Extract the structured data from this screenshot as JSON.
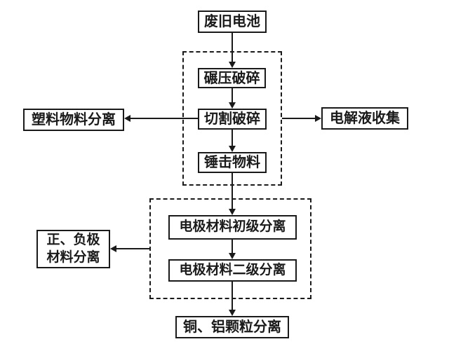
{
  "diagram": {
    "type": "flowchart",
    "colors": {
      "background": "#ffffff",
      "box_border": "#1a1a1a",
      "text": "#1a1a1a",
      "arrow": "#1a1a1a"
    },
    "nodes": {
      "waste_battery": {
        "label": "废旧电池"
      },
      "roll_crushing": {
        "label": "碾压破碎"
      },
      "cut_crushing": {
        "label": "切割破碎"
      },
      "hammer_material": {
        "label": "锤击物料"
      },
      "plastic_separation": {
        "label": "塑料物料分离"
      },
      "electrolyte_collection": {
        "label": "电解液收集"
      },
      "primary_electrode_separation": {
        "label": "电极材料初级分离"
      },
      "secondary_electrode_separation": {
        "label": "电极材料二级分离"
      },
      "posneg_material_separation": {
        "label": "正、负极\n材料分离"
      },
      "copper_aluminum_separation": {
        "label": "铜、铝颗粒分离"
      }
    },
    "groups": [
      {
        "id": "crushing_frame",
        "style": "dashed",
        "contains": [
          "roll_crushing",
          "cut_crushing",
          "hammer_material"
        ]
      },
      {
        "id": "electrode_frame",
        "style": "dashed",
        "contains": [
          "primary_electrode_separation",
          "secondary_electrode_separation"
        ]
      }
    ],
    "edges": [
      {
        "from": "waste_battery",
        "to": "roll_crushing",
        "direction": "down"
      },
      {
        "from": "roll_crushing",
        "to": "cut_crushing",
        "direction": "down"
      },
      {
        "from": "cut_crushing",
        "to": "hammer_material",
        "direction": "down"
      },
      {
        "from": "cut_crushing",
        "to": "plastic_separation",
        "direction": "left"
      },
      {
        "from": "crushing_frame",
        "to": "electrolyte_collection",
        "direction": "right"
      },
      {
        "from": "hammer_material",
        "to": "primary_electrode_separation",
        "direction": "down"
      },
      {
        "from": "primary_electrode_separation",
        "to": "secondary_electrode_separation",
        "direction": "down"
      },
      {
        "from": "electrode_frame",
        "to": "posneg_material_separation",
        "direction": "left"
      },
      {
        "from": "secondary_electrode_separation",
        "to": "copper_aluminum_separation",
        "direction": "down"
      }
    ]
  }
}
